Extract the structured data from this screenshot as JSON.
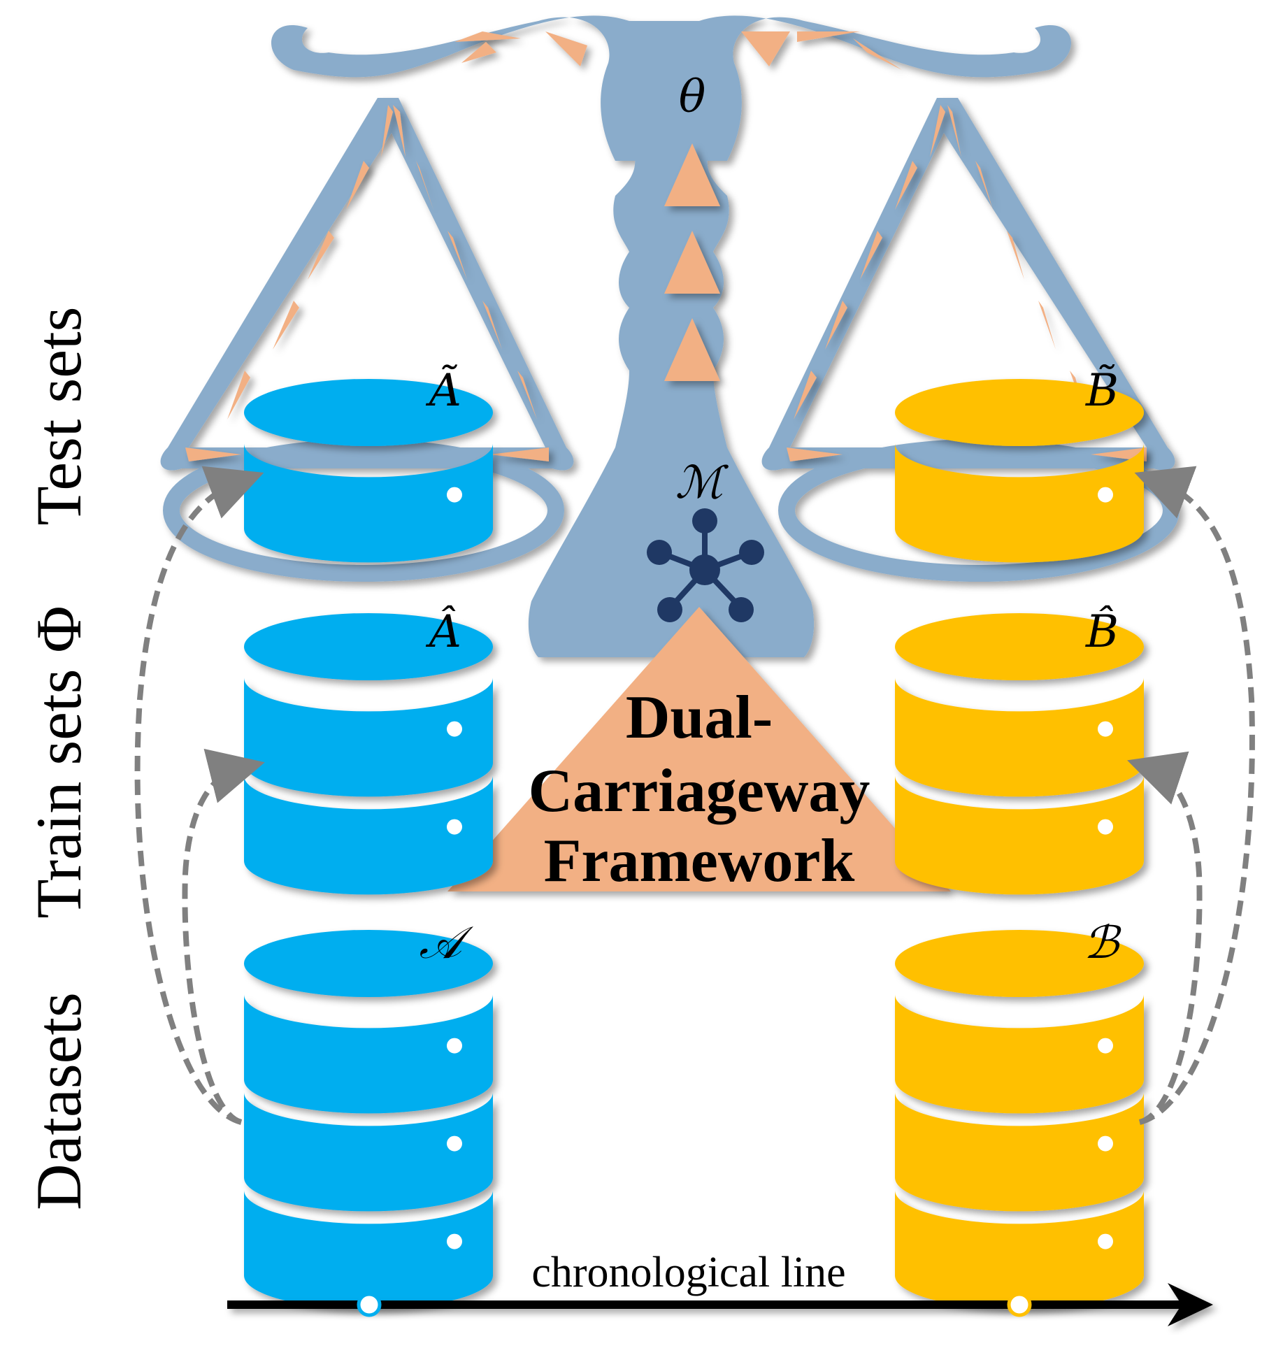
{
  "side_labels": {
    "test_sets": "Test sets",
    "train_sets": "Train sets Φ",
    "datasets": "Datasets"
  },
  "scale": {
    "parameter_symbol": "θ",
    "model_symbol": "ℳ"
  },
  "center_box": {
    "line1": "Dual-",
    "line2": "Carriageway",
    "line3": "Framework"
  },
  "databases": {
    "test_a": {
      "label": "Ã",
      "color": "#00AEEF",
      "tiers": 1
    },
    "test_b": {
      "label": "B̃",
      "color": "#FFC000",
      "tiers": 1
    },
    "train_a": {
      "label": "Â",
      "color": "#00AEEF",
      "tiers": 2
    },
    "train_b": {
      "label": "B̂",
      "color": "#FFC000",
      "tiers": 2
    },
    "data_a": {
      "label": "𝒜",
      "color": "#00AEEF",
      "tiers": 3
    },
    "data_b": {
      "label": "ℬ",
      "color": "#FFC000",
      "tiers": 3
    }
  },
  "timeline": {
    "label": "chronological line",
    "marker_a_color": "#00AEEF",
    "marker_b_color": "#FFC000"
  },
  "colors": {
    "scale_body": "#8AACCB",
    "scale_accent": "#F2B084",
    "node_icon": "#1F3864",
    "arrow_dash": "#808080"
  }
}
